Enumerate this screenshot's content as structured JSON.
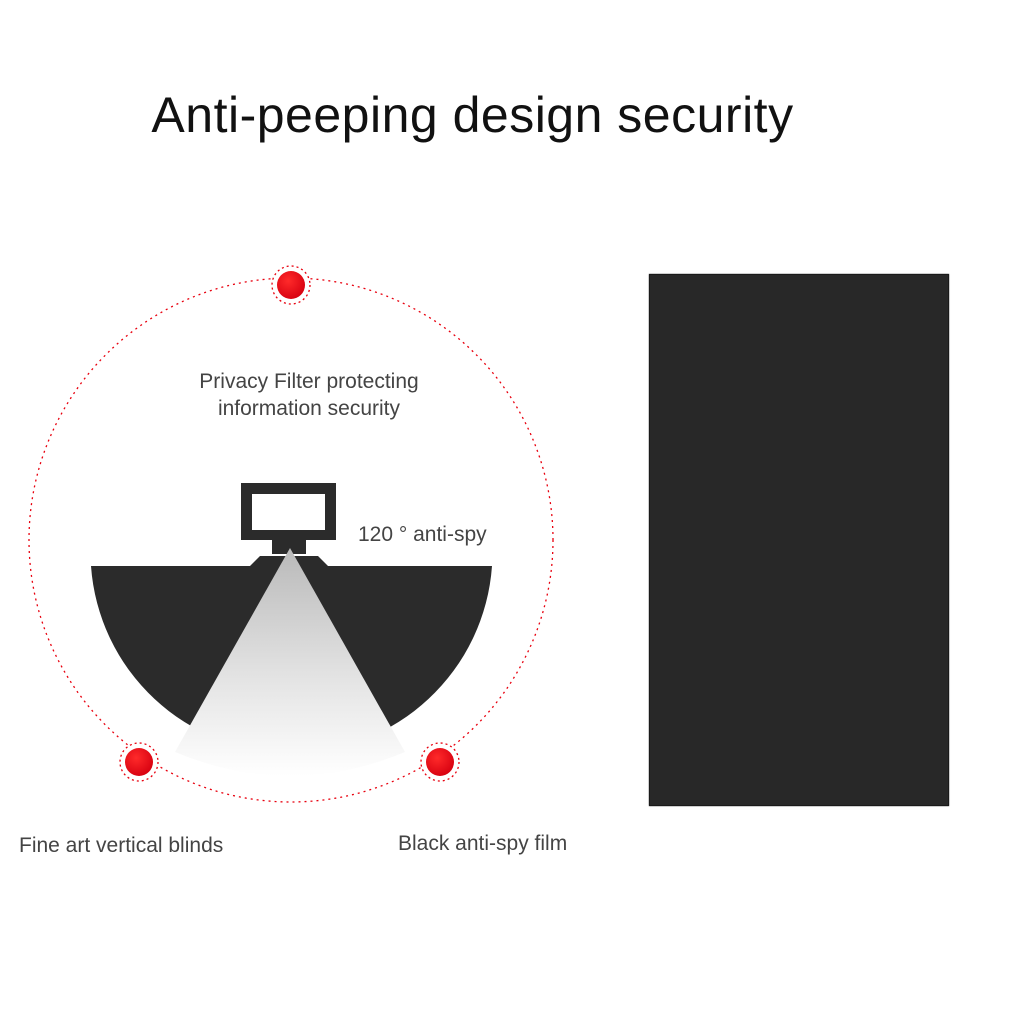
{
  "title": "Anti-peeping design security",
  "labels": {
    "privacy_filter_line1": "Privacy Filter protecting",
    "privacy_filter_line2": "information security",
    "angle": "120 ° anti-spy",
    "vertical_blinds": "Fine art vertical blinds",
    "black_film": "Black anti-spy film"
  },
  "colors": {
    "accent_red": "#e8000e",
    "dark_fill": "#2b2b2b",
    "text": "#444444"
  },
  "icons": {
    "monitor": "monitor-icon",
    "marker": "red-dot-marker"
  }
}
